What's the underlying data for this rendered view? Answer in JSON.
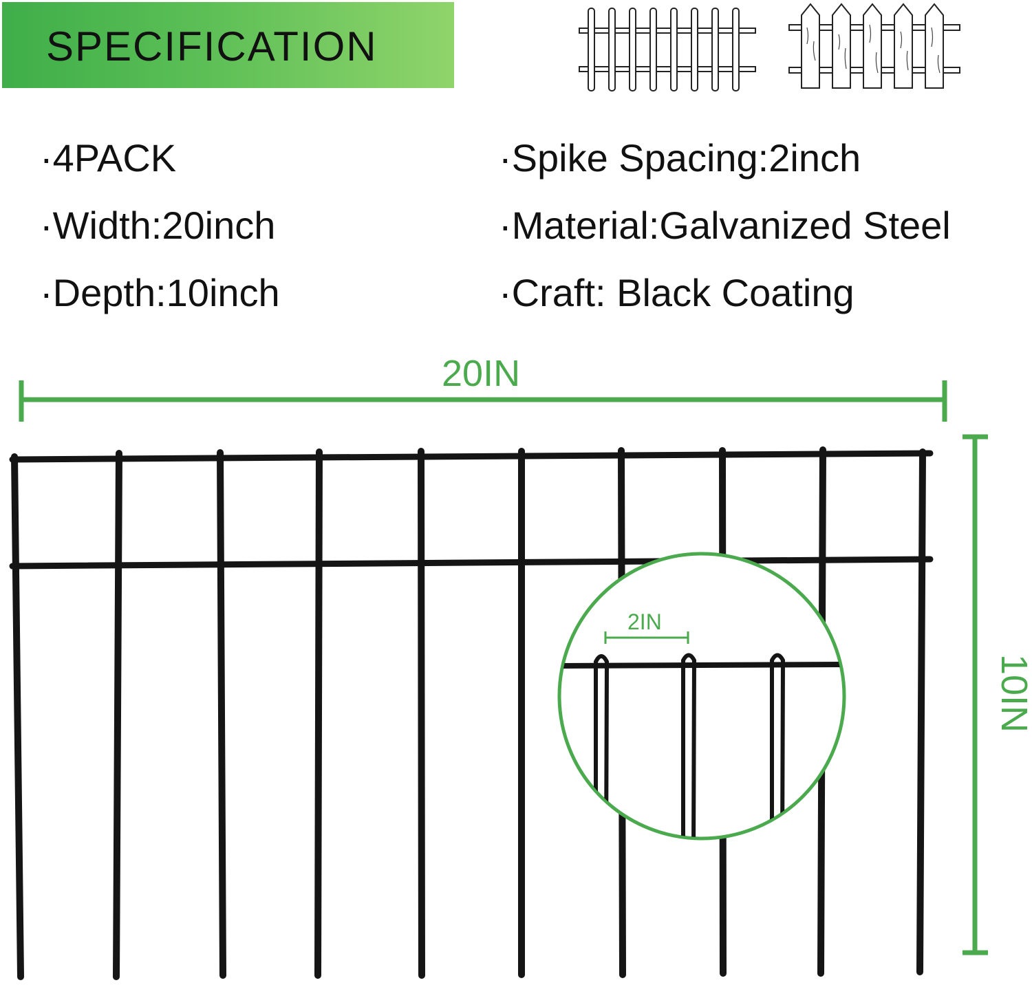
{
  "banner": {
    "title": "SPECIFICATION"
  },
  "icons": {
    "fence_wire": "wire-fence-icon",
    "fence_picket": "picket-fence-icon"
  },
  "specs": {
    "left": [
      {
        "bullet": "·",
        "text": "4PACK"
      },
      {
        "bullet": "·",
        "text": "Width:20inch"
      },
      {
        "bullet": "·",
        "text": "Depth:10inch"
      }
    ],
    "right": [
      {
        "bullet": "·",
        "text": "Spike Spacing:2inch"
      },
      {
        "bullet": "·",
        "text": "Material:Galvanized Steel"
      },
      {
        "bullet": "·",
        "text": "Craft: Black Coating"
      }
    ]
  },
  "dimensions": {
    "width": "20IN",
    "depth": "10IN",
    "spacing": "2IN"
  },
  "colors": {
    "accent": "#4aaa4d",
    "banner_start": "#3fae49",
    "banner_end": "#8fd46b",
    "fence": "#151515"
  }
}
